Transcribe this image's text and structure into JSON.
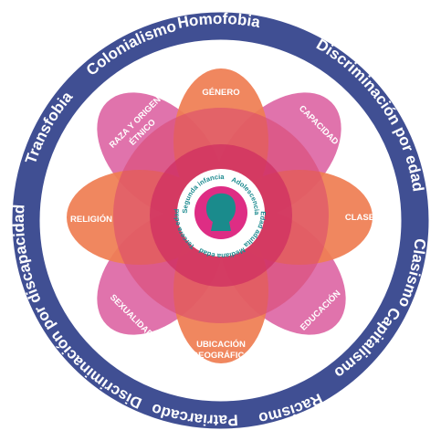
{
  "colors": {
    "ring": "#404f93",
    "ring_text": "#ffffff",
    "orange_petal": "#ef7e53",
    "pink_petal": "#de68a6",
    "overlap": "#d94670",
    "core": "#cf2f61",
    "life_text": "#1c8a8f",
    "head": "#1a8b8c"
  },
  "outer_ring": {
    "terms": [
      "Homofobia",
      "Discriminación por edad",
      "Clasismo",
      "Capitalismo",
      "Racismo",
      "Patriarcado",
      "Discriminación por discapacidad",
      "Transfobia",
      "Colonialismo"
    ]
  },
  "identities": {
    "genero": "GÉNERO",
    "capacidad": "CAPACIDAD",
    "clase": "CLASE",
    "educacion": "EDUCACIÓN",
    "ubicacion_1": "UBICACIÓN",
    "ubicacion_2": "GEOGRÁFICA",
    "sexualidad": "SEXUALIDAD",
    "religion": "RELIGIÓN",
    "raza_1": "RAZA Y ORIGEN",
    "raza_2": "ÉTNICO"
  },
  "life_stages": {
    "stages": [
      "Segunda infancia",
      "Adolescencia",
      "Edad adulta",
      "Mediana edad",
      "Tercera edad"
    ],
    "icon": "person-head-icon"
  }
}
